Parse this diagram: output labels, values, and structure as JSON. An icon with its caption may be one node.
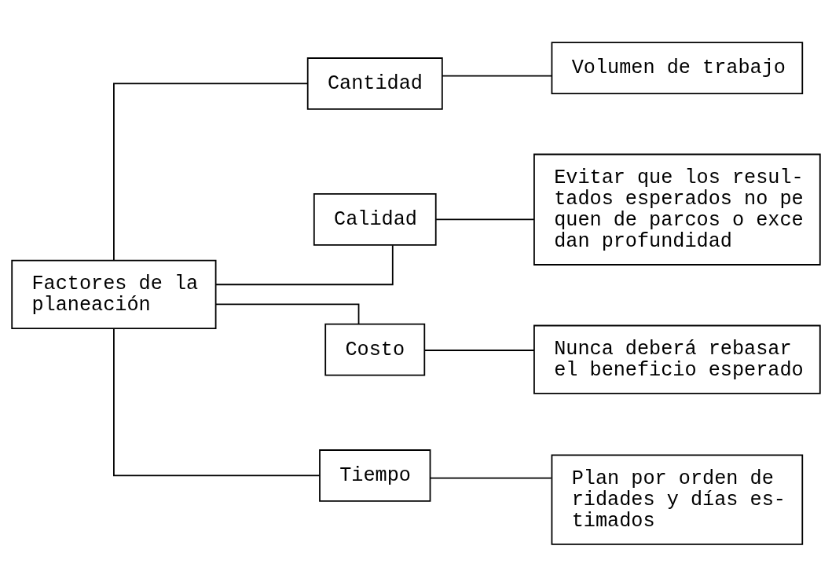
{
  "diagram": {
    "nodes": [
      {
        "text": [
          "Factores de la planeación"
        ]
      },
      {
        "text": [
          "Cantidad"
        ]
      },
      {
        "text": [
          "Calidad"
        ]
      },
      {
        "text": [
          "Costo"
        ]
      },
      {
        "text": [
          "Tiempo"
        ]
      },
      {
        "text": [
          "Volumen de trabajo"
        ]
      },
      {
        "text": [
          "Evitar que los resul- tados esperados no pe quen de parcos o exce dan profundidad"
        ]
      },
      {
        "text": [
          "Nunca deberá rebasar el beneficio esperado"
        ]
      },
      {
        "text": [
          "Plan por orden de ridades y días es- timados"
        ]
      }
    ],
    "edges": [
      {
        "from": 0,
        "to": 1,
        "arrow": "none"
      },
      {
        "from": 0,
        "to": 2,
        "arrow": "none"
      },
      {
        "from": 0,
        "to": 3,
        "arrow": "none"
      },
      {
        "from": 0,
        "to": 4,
        "arrow": "none"
      },
      {
        "from": 1,
        "to": 5,
        "arrow": "none"
      },
      {
        "from": 2,
        "to": 6,
        "arrow": "none"
      },
      {
        "from": 3,
        "to": 7,
        "arrow": "none"
      },
      {
        "from": 4,
        "to": 8,
        "arrow": "none"
      }
    ]
  }
}
